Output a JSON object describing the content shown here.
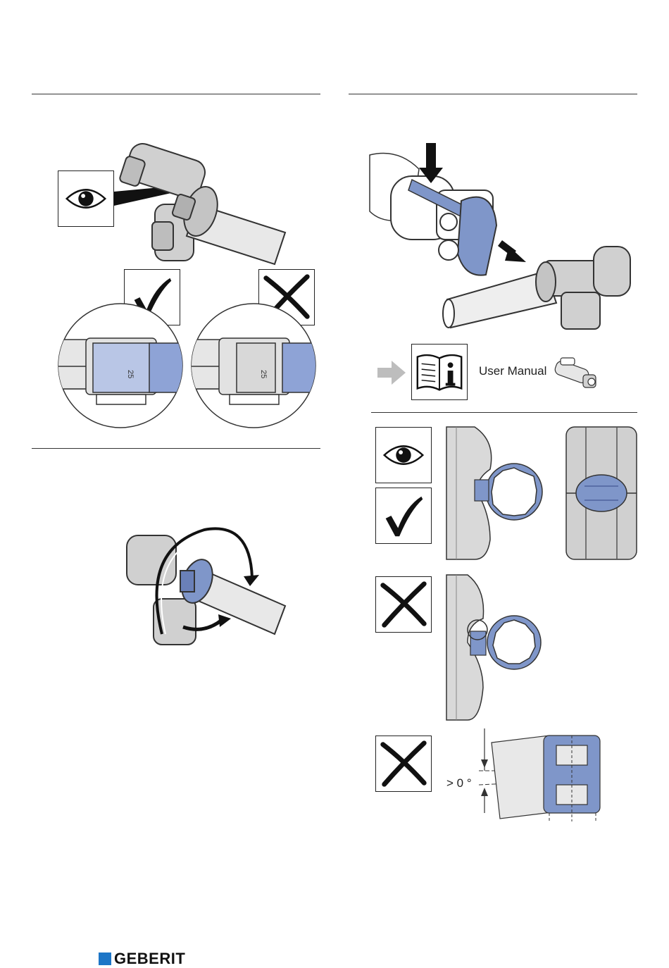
{
  "reference": {
    "link_text": "User Manual",
    "icon": "info-book-icon"
  },
  "angle_annotation": "> 0 °",
  "brand": {
    "name": "GEBERIT",
    "color": "#1d76c7"
  },
  "colors": {
    "accent_blue": "#7f96c9",
    "light_blue": "#b9c6e6",
    "gray": "#d9d9d9",
    "dark_gray": "#888888",
    "arrow_gray": "#bdbdbd"
  },
  "icons": [
    "eye-icon",
    "check-icon",
    "cross-icon",
    "arrow-icon",
    "rotate-arrow-icon"
  ]
}
